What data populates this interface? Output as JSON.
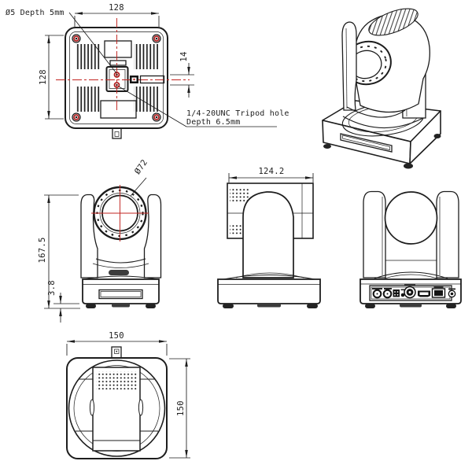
{
  "drawing": {
    "units": "mm",
    "ink_color": "#1d1d1d",
    "accent_red": "#c22420",
    "background": "#ffffff",
    "views": {
      "bottom": {
        "width": "128",
        "height": "128",
        "hole_spacing": "14",
        "screw_callout": "Ø5 Depth 5mm",
        "tripod_callout_line1": "1/4-20UNC Tripod hole",
        "tripod_callout_line2": "Depth 6.5mm"
      },
      "front": {
        "lens_diameter": "Ø72",
        "total_height": "167.5",
        "foot_height": "3.8"
      },
      "side": {
        "head_depth": "124.2"
      },
      "top": {
        "width": "150",
        "depth": "150"
      }
    }
  }
}
